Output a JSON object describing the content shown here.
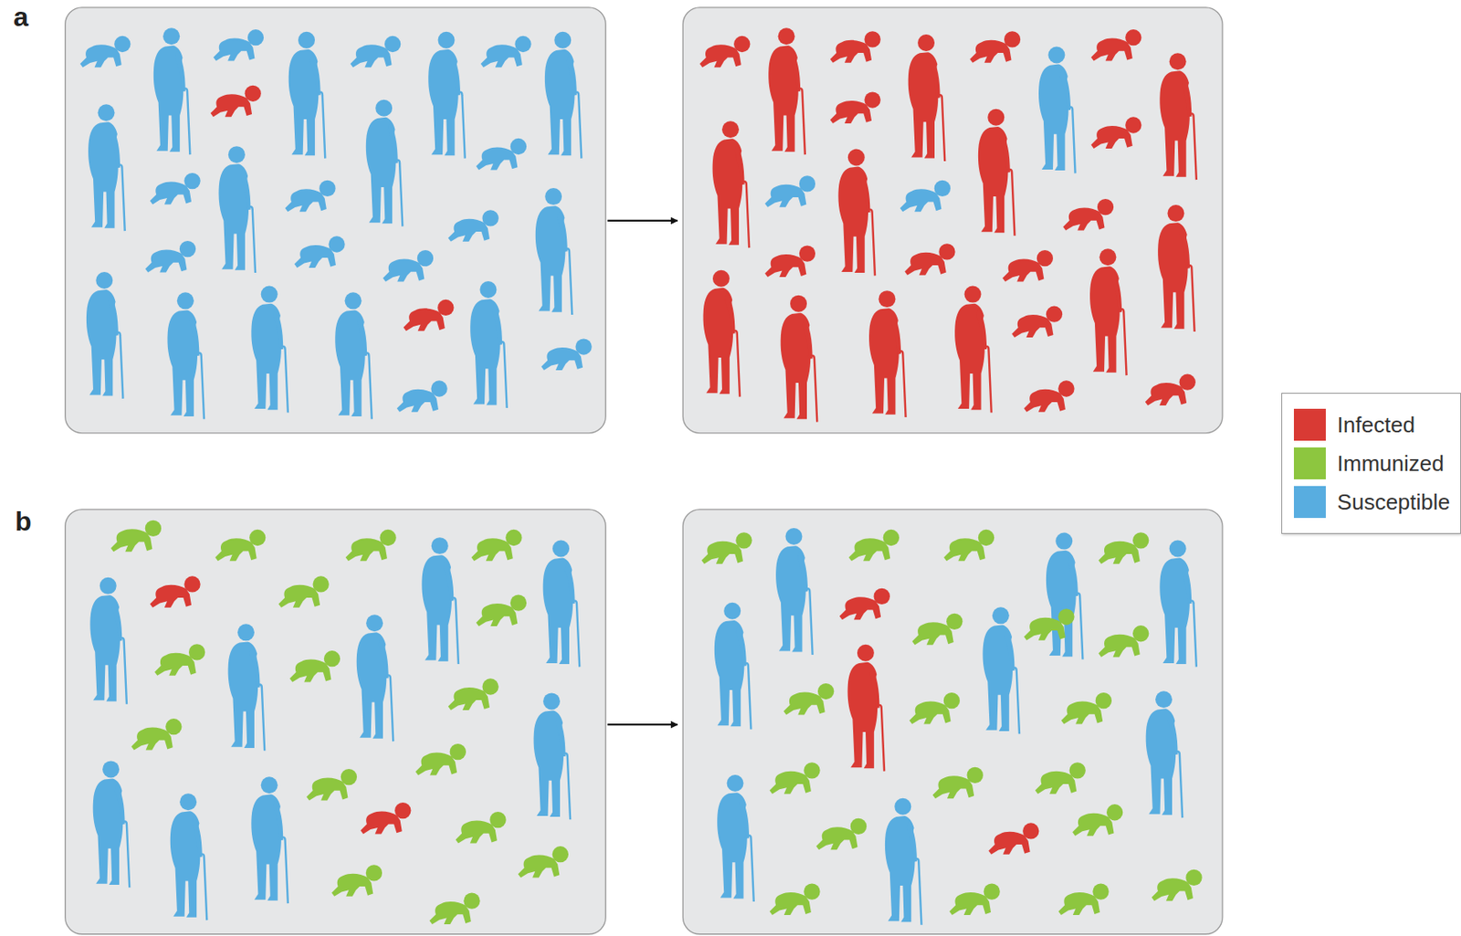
{
  "diagram": {
    "labels": [
      "a",
      "b"
    ],
    "legend": [
      {
        "text": "Infected",
        "color": "#d93a34"
      },
      {
        "text": "Immunized",
        "color": "#8dc63f"
      },
      {
        "text": "Susceptible",
        "color": "#58ade0"
      }
    ]
  }
}
